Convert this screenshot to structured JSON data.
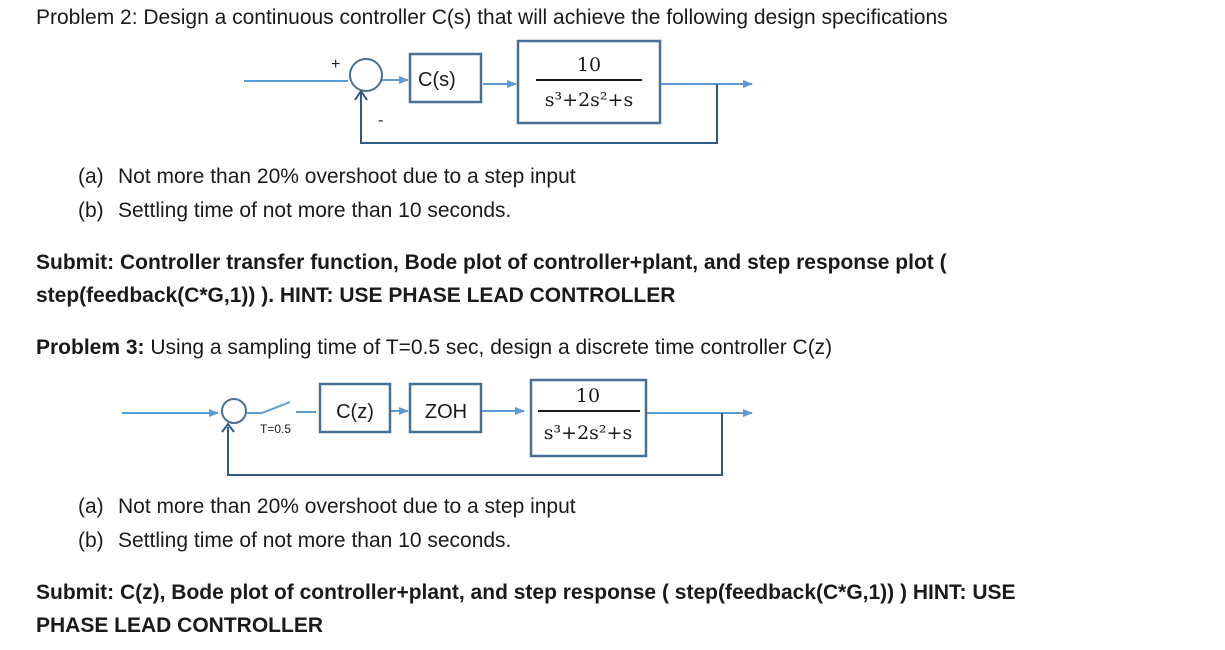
{
  "problem2": {
    "heading": "Problem 2:  Design a continuous controller C(s) that will achieve the following design specifications",
    "diagram": {
      "plus_sign": "+",
      "minus_sign": "-",
      "controller": "C(s)",
      "plant_num": "10",
      "plant_den": "s³+2s²+s"
    },
    "specs": [
      {
        "label": "(a)",
        "text": "Not more than 20% overshoot due to a step input"
      },
      {
        "label": "(b)",
        "text": "Settling time of not more than 10 seconds."
      }
    ],
    "submit_line1": "Submit: Controller transfer function, Bode plot of controller+plant,  and step response plot (",
    "submit_line2": "step(feedback(C*G,1)) ). HINT: USE PHASE LEAD CONTROLLER"
  },
  "problem3": {
    "heading_bold": "Problem 3:",
    "heading_rest": " Using a sampling time of T=0.5 sec, design a discrete time controller C(z)",
    "diagram": {
      "sample_label": "T=0.5",
      "controller": "C(z)",
      "zoh": "ZOH",
      "plant_num": "10",
      "plant_den": "s³+2s²+s"
    },
    "specs": [
      {
        "label": "(a)",
        "text": "Not more than 20% overshoot due to a step input"
      },
      {
        "label": "(b)",
        "text": "Settling time of not more than 10 seconds."
      }
    ],
    "submit_line1": "Submit: C(z), Bode plot of controller+plant, and step response ( step(feedback(C*G,1)) )  HINT: USE",
    "submit_line2": "PHASE LEAD CONTROLLER"
  }
}
